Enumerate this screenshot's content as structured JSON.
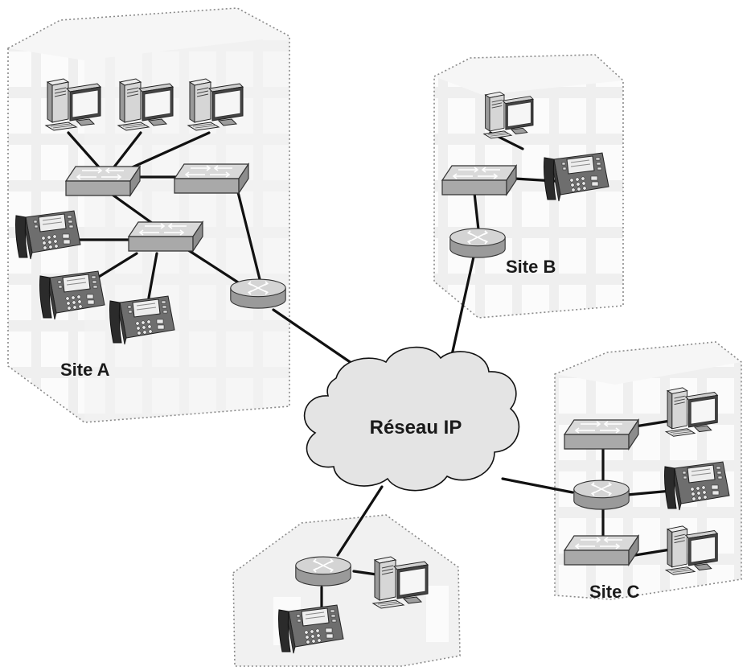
{
  "colors": {
    "building_fill": "#f1f1f1",
    "building_window": "#fbfbfb",
    "device_gray": "#b8b8b8",
    "device_dark": "#5a5a5a",
    "cloud_fill": "#e6e6e6",
    "link": "#111111"
  },
  "sites": {
    "a": {
      "label": "Site A"
    },
    "b": {
      "label": "Site B"
    },
    "c": {
      "label": "Site C"
    }
  },
  "cloud": {
    "label": "Réseau IP"
  },
  "icons": {
    "workstation": "workstation-icon",
    "switch": "switch-icon",
    "router": "router-icon",
    "ip_phone": "ip-phone-icon",
    "cloud": "cloud-icon"
  }
}
